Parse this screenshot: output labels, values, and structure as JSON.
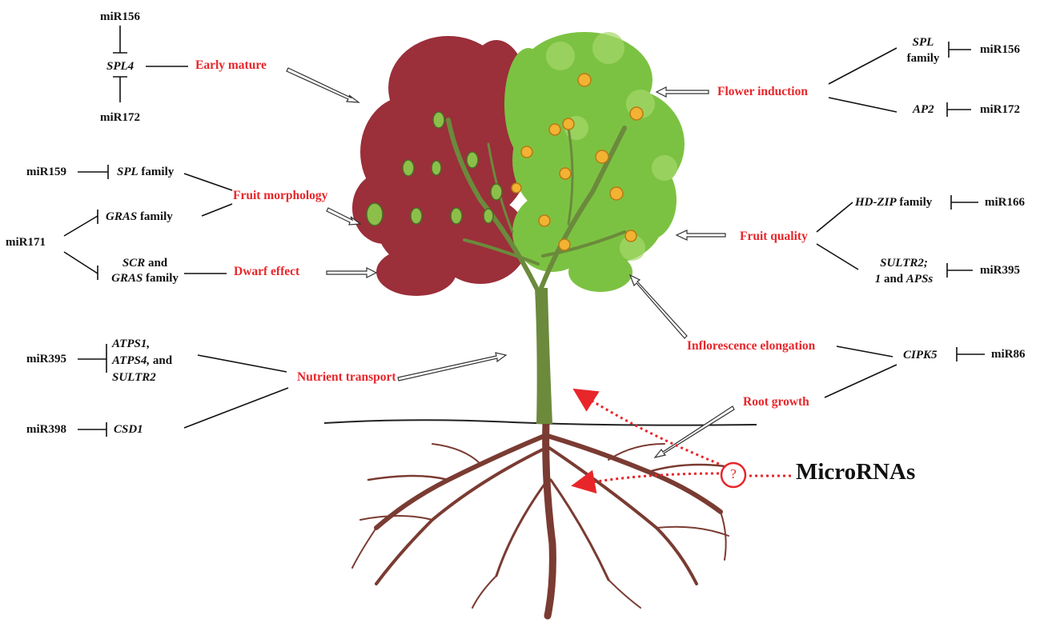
{
  "mirnas": {
    "mir156_top": "miR156",
    "mir172_top": "miR172",
    "mir159": "miR159",
    "mir171": "miR171",
    "mir395_left": "miR395",
    "mir398": "miR398",
    "mir156_right": "miR156",
    "mir172_right": "miR172",
    "mir166": "miR166",
    "mir395_right": "miR395",
    "mir86": "miR86"
  },
  "genes": {
    "spl4": "SPL4",
    "spl_family_left_italic": "SPL",
    "spl_family_left_rest": " family",
    "gras_family_italic": "GRAS",
    "gras_family_rest": " family",
    "scr_italic": "SCR",
    "scr_rest": " and",
    "gras2_italic": "GRAS",
    "gras2_rest": " family",
    "atps1": "ATPS1,",
    "atps4_italic": "ATPS4,",
    "atps4_rest": " and",
    "sultr2": "SULTR2",
    "csd1": "CSD1",
    "spl_right_italic": "SPL",
    "spl_right_rest": "family",
    "ap2": "AP2",
    "hdzip_italic": "HD-ZIP",
    "hdzip_rest": " family",
    "sultr21_line1": "SULTR2;",
    "sultr21_line2_italic1": "1",
    "sultr21_line2_rest": " and ",
    "sultr21_line2_italic2": "APSs",
    "cipk5": "CIPK5"
  },
  "functions": {
    "early_mature": "Early mature",
    "fruit_morphology": "Fruit morphology",
    "dwarf_effect": "Dwarf effect",
    "nutrient_transport": "Nutrient transport",
    "flower_induction": "Flower induction",
    "fruit_quality": "Fruit quality",
    "inflorescence_elongation": "Inflorescence elongation",
    "root_growth": "Root growth"
  },
  "center": {
    "question_mark": "?",
    "microrna_label": "MicroRNAs"
  },
  "colors": {
    "function_text": "#e8262a",
    "red_leaves": "#9b2f3a",
    "green_leaves": "#7cc242",
    "trunk": "#6b8a3c",
    "root": "#7a3b32",
    "fruit": "#f2b233",
    "dotted_arrow": "#e8262a"
  }
}
